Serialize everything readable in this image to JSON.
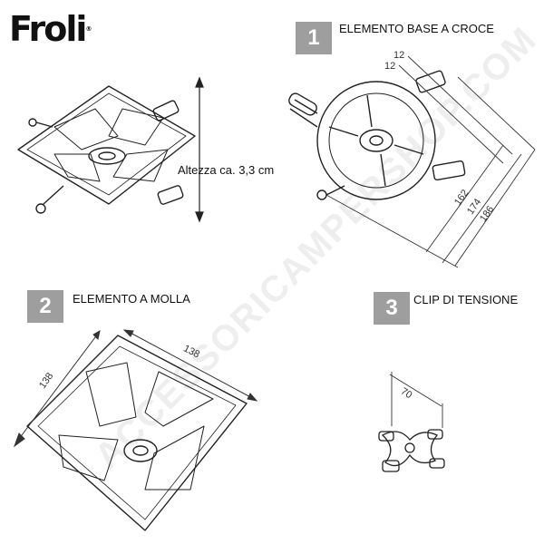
{
  "brand": {
    "logo_text": "Froli",
    "logo_mark": "®"
  },
  "watermark": "ACCESSORICAMPERSHOP.COM",
  "overview": {
    "height_label": "Altezza ca. 3,3 cm"
  },
  "items": [
    {
      "number": "1",
      "title": "ELEMENTO BASE A CROCE",
      "dims": [
        "12",
        "12",
        "162",
        "174",
        "186"
      ]
    },
    {
      "number": "2",
      "title": "ELEMENTO A MOLLA",
      "dims": [
        "138",
        "138"
      ]
    },
    {
      "number": "3",
      "title": "CLIP DI TENSIONE",
      "dims": [
        "70"
      ]
    }
  ]
}
